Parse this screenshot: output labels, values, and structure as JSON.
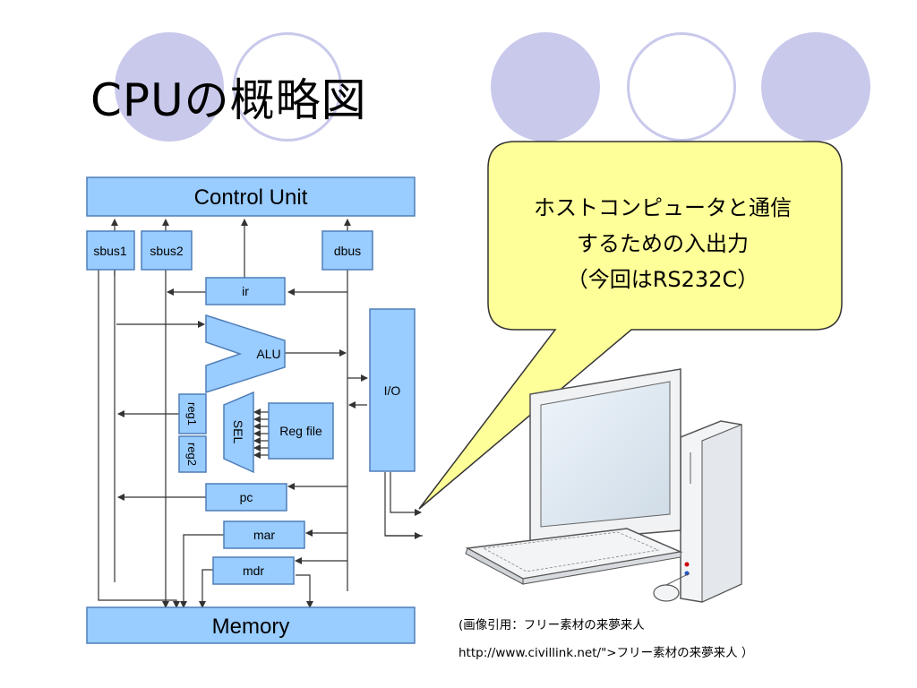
{
  "slide": {
    "title": "CPUの概略図"
  },
  "diagram": {
    "control_unit": "Control Unit",
    "sbus1": "sbus1",
    "sbus2": "sbus2",
    "dbus": "dbus",
    "ir": "ir",
    "alu": "ALU",
    "io": "I/O",
    "reg1": "reg1",
    "reg2": "reg2",
    "sel": "SEL",
    "reg_file": "Reg file",
    "pc": "pc",
    "mar": "mar",
    "mdr": "mdr",
    "memory": "Memory"
  },
  "callout": {
    "lines": [
      "ホストコンピュータと通信",
      "するための入出力",
      "（今回はRS232C）"
    ]
  },
  "credit": {
    "line1": "(画像引用：フリー素材の来夢来人",
    "line2": "http://www.civillink.net/\">フリー素材の来夢来人 ）"
  },
  "colors": {
    "block_fill": "#99ccff",
    "block_border": "#4f7eb8",
    "callout_fill": "#ffff99",
    "deco_circle": "#c9c9ec"
  }
}
